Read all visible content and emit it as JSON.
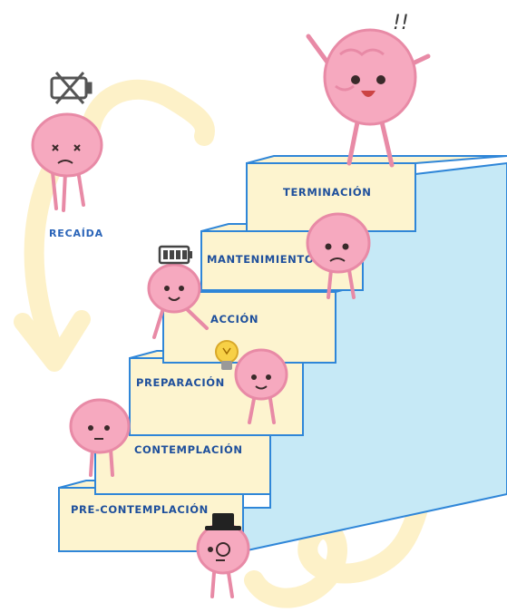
{
  "stages": [
    "PRE-CONTEMPLACIÓN",
    "CONTEMPLACIÓN",
    "PREPARACIÓN",
    "ACCIÓN",
    "MANTENIMIENTO",
    "TERMINACIÓN"
  ],
  "relapse_label": "RECAÍDA",
  "exclamation": "!!",
  "icons": {
    "empty_battery": "empty-battery-icon",
    "full_battery": "full-battery-icon",
    "lightbulb": "lightbulb-icon",
    "top_hat": "top-hat-icon"
  },
  "colors": {
    "step_face": "#fdf4cf",
    "step_edge": "#2f86d8",
    "side_wall": "#c6e9f6",
    "brain": "#f6a9bf",
    "brain_shade": "#e88aa6",
    "arrow": "#fdf1c8",
    "label": "#1e4f9c"
  }
}
